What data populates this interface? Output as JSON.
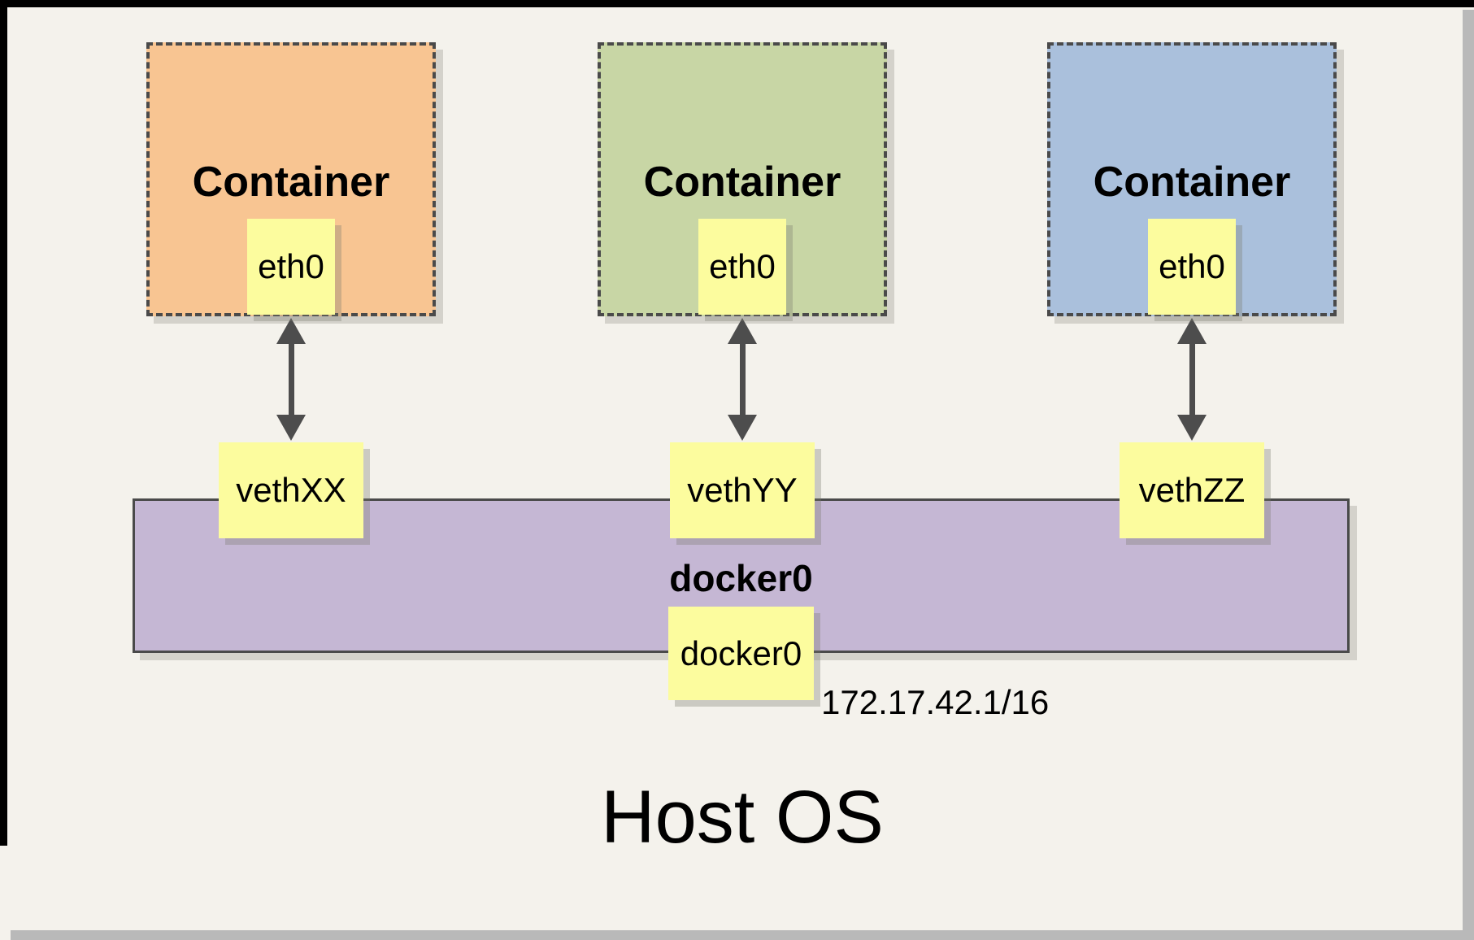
{
  "title": "Host OS",
  "containers": [
    {
      "label": "Container",
      "interface": "eth0",
      "veth": "vethXX",
      "fill": "#F8C592"
    },
    {
      "label": "Container",
      "interface": "eth0",
      "veth": "vethYY",
      "fill": "#C8D6A5"
    },
    {
      "label": "Container",
      "interface": "eth0",
      "veth": "vethZZ",
      "fill": "#AAC0DC"
    }
  ],
  "bridge": {
    "label": "docker0",
    "interface_label": "docker0",
    "ip": "172.17.42.1/16",
    "fill": "#C5B7D4"
  },
  "colors": {
    "interface_box_fill": "#FCFC9E",
    "dashed_border": "#4A4A4A",
    "arrow": "#4D4D4D",
    "page_background": "#F4F2EC",
    "frame_border": "#000000",
    "frame_shadow": "#B9B9B9"
  }
}
